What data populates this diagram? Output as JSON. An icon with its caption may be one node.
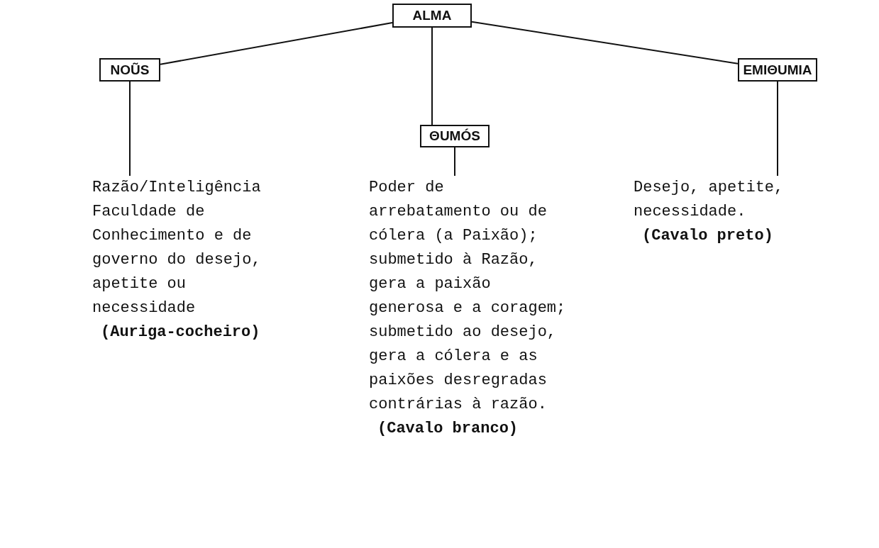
{
  "diagram": {
    "nodes": [
      {
        "text": [
          "ALMA"
        ]
      },
      {
        "text": [
          "NOŨS"
        ]
      },
      {
        "text": [
          "ΘUMÓS"
        ]
      },
      {
        "text": [
          "EMIΘUMIA"
        ]
      },
      {
        "text": [
          "Razão/Inteligência",
          "Faculdade de Conhecimento e de governo do desejo, apetite ou necessidade",
          "(Auriga-cocheiro)"
        ]
      },
      {
        "text": [
          "Poder de arrebatamento ou de cólera (a Paixão); submetido à Razão, gera a paixão generosa e a coragem; submetido ao desejo, gera a cólera e as paixões desregradas contrárias à razão.",
          "(Cavalo branco)"
        ]
      },
      {
        "text": [
          "Desejo, apetite, necessidade.",
          "(Cavalo preto)"
        ]
      }
    ],
    "edges": [
      {
        "from": 0,
        "to": 1,
        "arrow": "none"
      },
      {
        "from": 0,
        "to": 2,
        "arrow": "none"
      },
      {
        "from": 0,
        "to": 3,
        "arrow": "none"
      },
      {
        "from": 1,
        "to": 4,
        "arrow": "none"
      },
      {
        "from": 2,
        "to": 5,
        "arrow": "none"
      },
      {
        "from": 3,
        "to": 6,
        "arrow": "none"
      }
    ]
  }
}
